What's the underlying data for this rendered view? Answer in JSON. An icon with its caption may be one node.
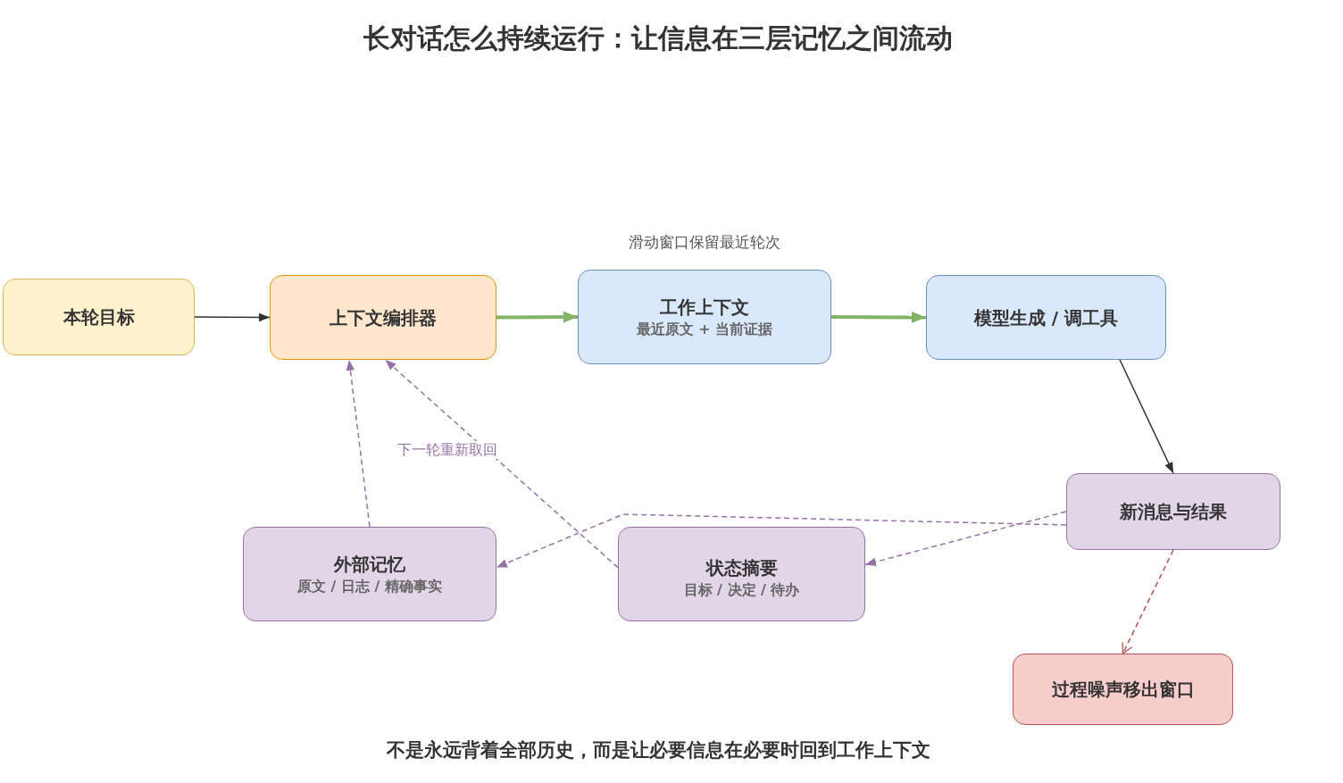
{
  "diagram": {
    "title": "长对话怎么持续运行：让信息在三层记忆之间流动",
    "caption": "不是永远背着全部历史，而是让必要信息在必要时回到工作上下文",
    "nodes": [
      {
        "text": [
          "本轮目标"
        ]
      },
      {
        "text": [
          "上下文编排器"
        ]
      },
      {
        "text": [
          "工作上下文",
          "最近原文 + 当前证据"
        ],
        "beside": [
          "滑动窗口保留最近轮次"
        ]
      },
      {
        "text": [
          "模型生成 / 调工具"
        ]
      },
      {
        "text": [
          "新消息与结果"
        ]
      },
      {
        "text": [
          "状态摘要",
          "目标 / 决定 / 待办"
        ]
      },
      {
        "text": [
          "外部记忆",
          "原文 / 日志 / 精确事实"
        ]
      },
      {
        "text": [
          "过程噪声移出窗口"
        ]
      }
    ],
    "edges": [
      {
        "from": 0,
        "to": 1,
        "arrow": "to",
        "color": "#333333"
      },
      {
        "from": 1,
        "to": 2,
        "arrow": "to",
        "style": "thick",
        "color": "#82b366"
      },
      {
        "from": 2,
        "to": 3,
        "arrow": "to",
        "style": "thick",
        "color": "#82b366"
      },
      {
        "from": 3,
        "to": 4,
        "arrow": "to",
        "color": "#333333"
      },
      {
        "from": 4,
        "to": 5,
        "arrow": "to",
        "style": "dashed"
      },
      {
        "from": 4,
        "to": 6,
        "arrow": "to",
        "style": "dashed"
      },
      {
        "from": 5,
        "to": 1,
        "arrow": "to",
        "label": "下一轮重新取回",
        "style": "dashed"
      },
      {
        "from": 6,
        "to": 1,
        "arrow": "to",
        "style": "dashed"
      },
      {
        "from": 4,
        "to": 7,
        "arrow": "to",
        "style": "dashed",
        "color": "#b85450"
      }
    ]
  }
}
